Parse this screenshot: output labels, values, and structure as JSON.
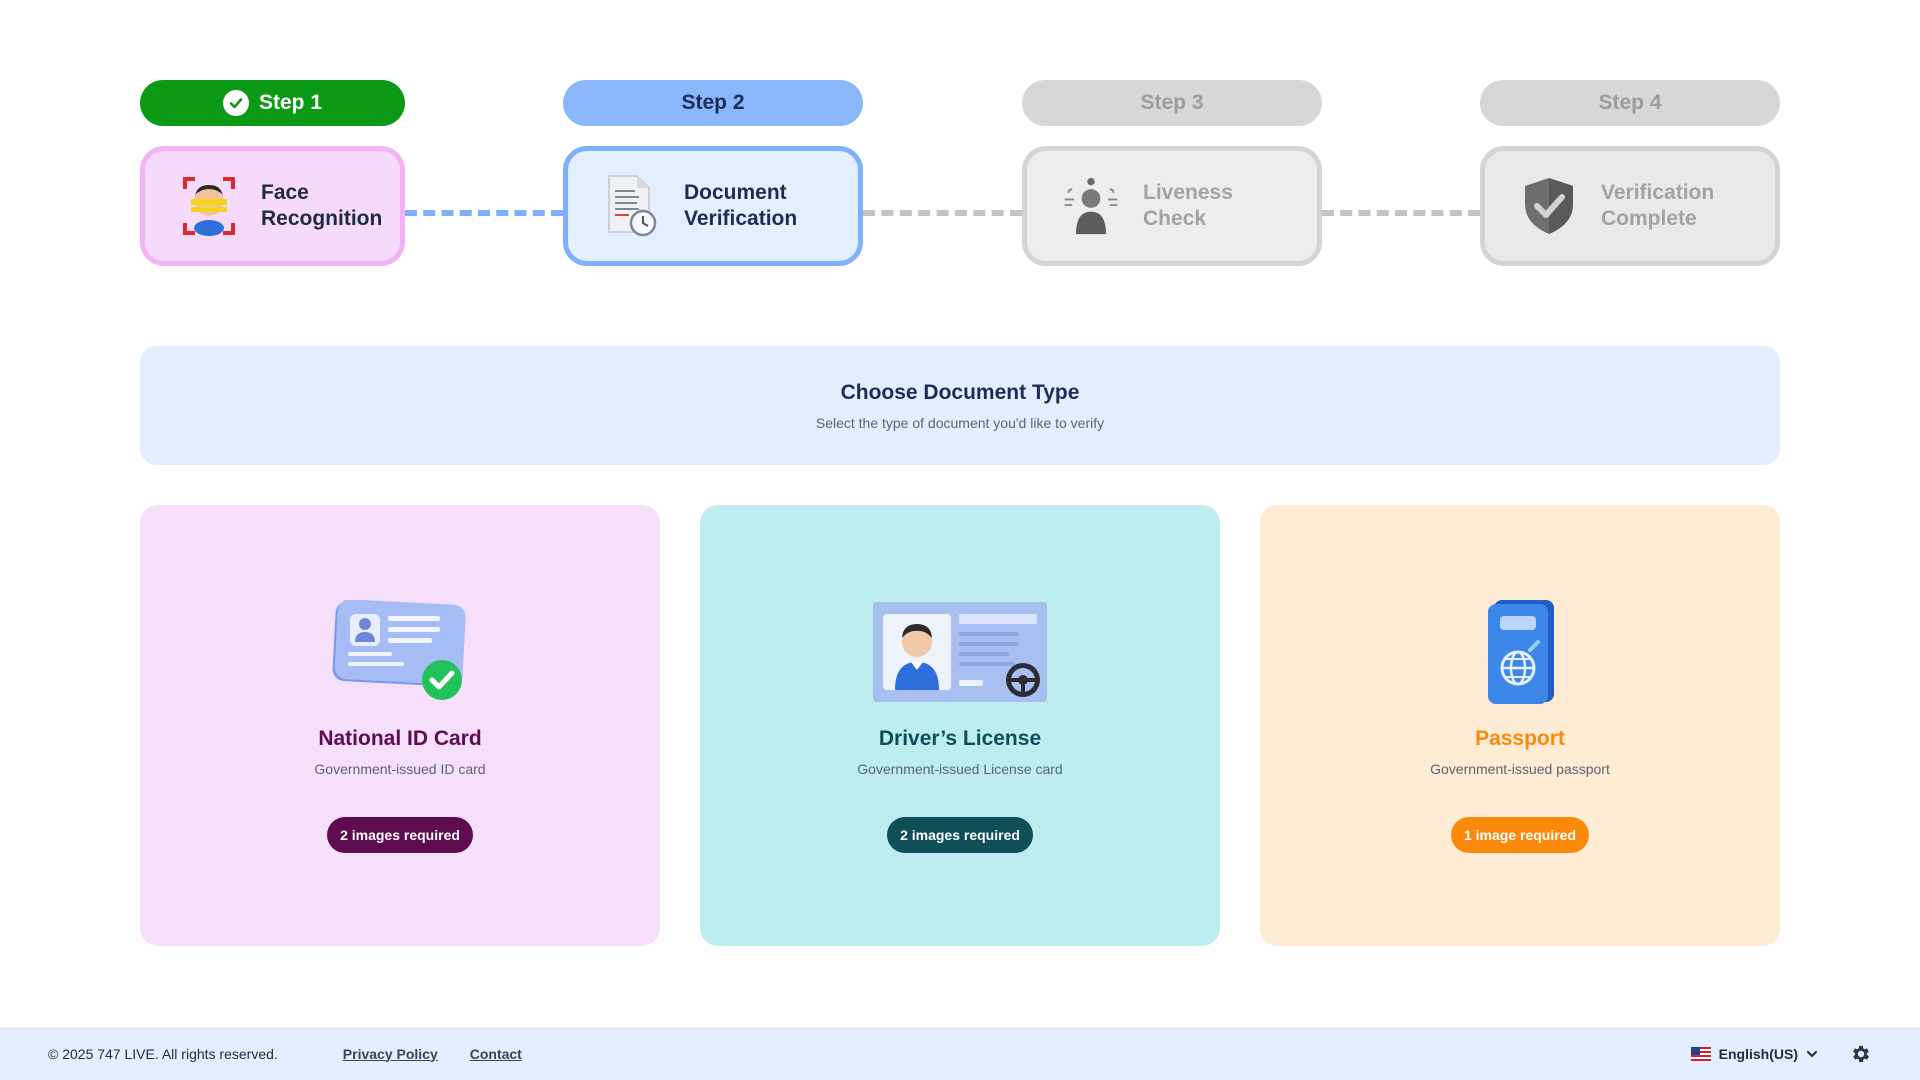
{
  "stepper": {
    "steps": [
      {
        "pill": "Step 1",
        "label_line1": "Face",
        "label_line2": "Recognition",
        "status": "completed",
        "icon": "face-scan-icon"
      },
      {
        "pill": "Step 2",
        "label_line1": "Document",
        "label_line2": "Verification",
        "status": "active",
        "icon": "document-clock-icon"
      },
      {
        "pill": "Step 3",
        "label_line1": "Liveness",
        "label_line2": "Check",
        "status": "pending",
        "icon": "person-scan-icon"
      },
      {
        "pill": "Step 4",
        "label_line1": "Verification",
        "label_line2": "Complete",
        "status": "pending",
        "icon": "shield-check-icon"
      }
    ]
  },
  "banner": {
    "title": "Choose Document Type",
    "subtitle": "Select the type of document you'd like to verify"
  },
  "documents": [
    {
      "title": "National ID Card",
      "subtitle": "Government-issued ID card",
      "badge": "2 images required",
      "icon": "id-card-icon",
      "color": "#5e0c4f"
    },
    {
      "title": "Driver’s License",
      "subtitle": "Government-issued License card",
      "badge": "2 images required",
      "icon": "drivers-license-icon",
      "color": "#0d4e57"
    },
    {
      "title": "Passport",
      "subtitle": "Government-issued passport",
      "badge": "1 image required",
      "icon": "passport-icon",
      "color": "#fb8a0c"
    }
  ],
  "footer": {
    "copyright": "© 2025 747 LIVE. All rights reserved.",
    "links": [
      "Privacy Policy",
      "Contact"
    ],
    "language": "English(US)"
  },
  "colors": {
    "success": "#0c9a16",
    "active": "#8ab7fb",
    "inactive": "#d7d7d7",
    "banner_bg": "#e2eefd"
  }
}
